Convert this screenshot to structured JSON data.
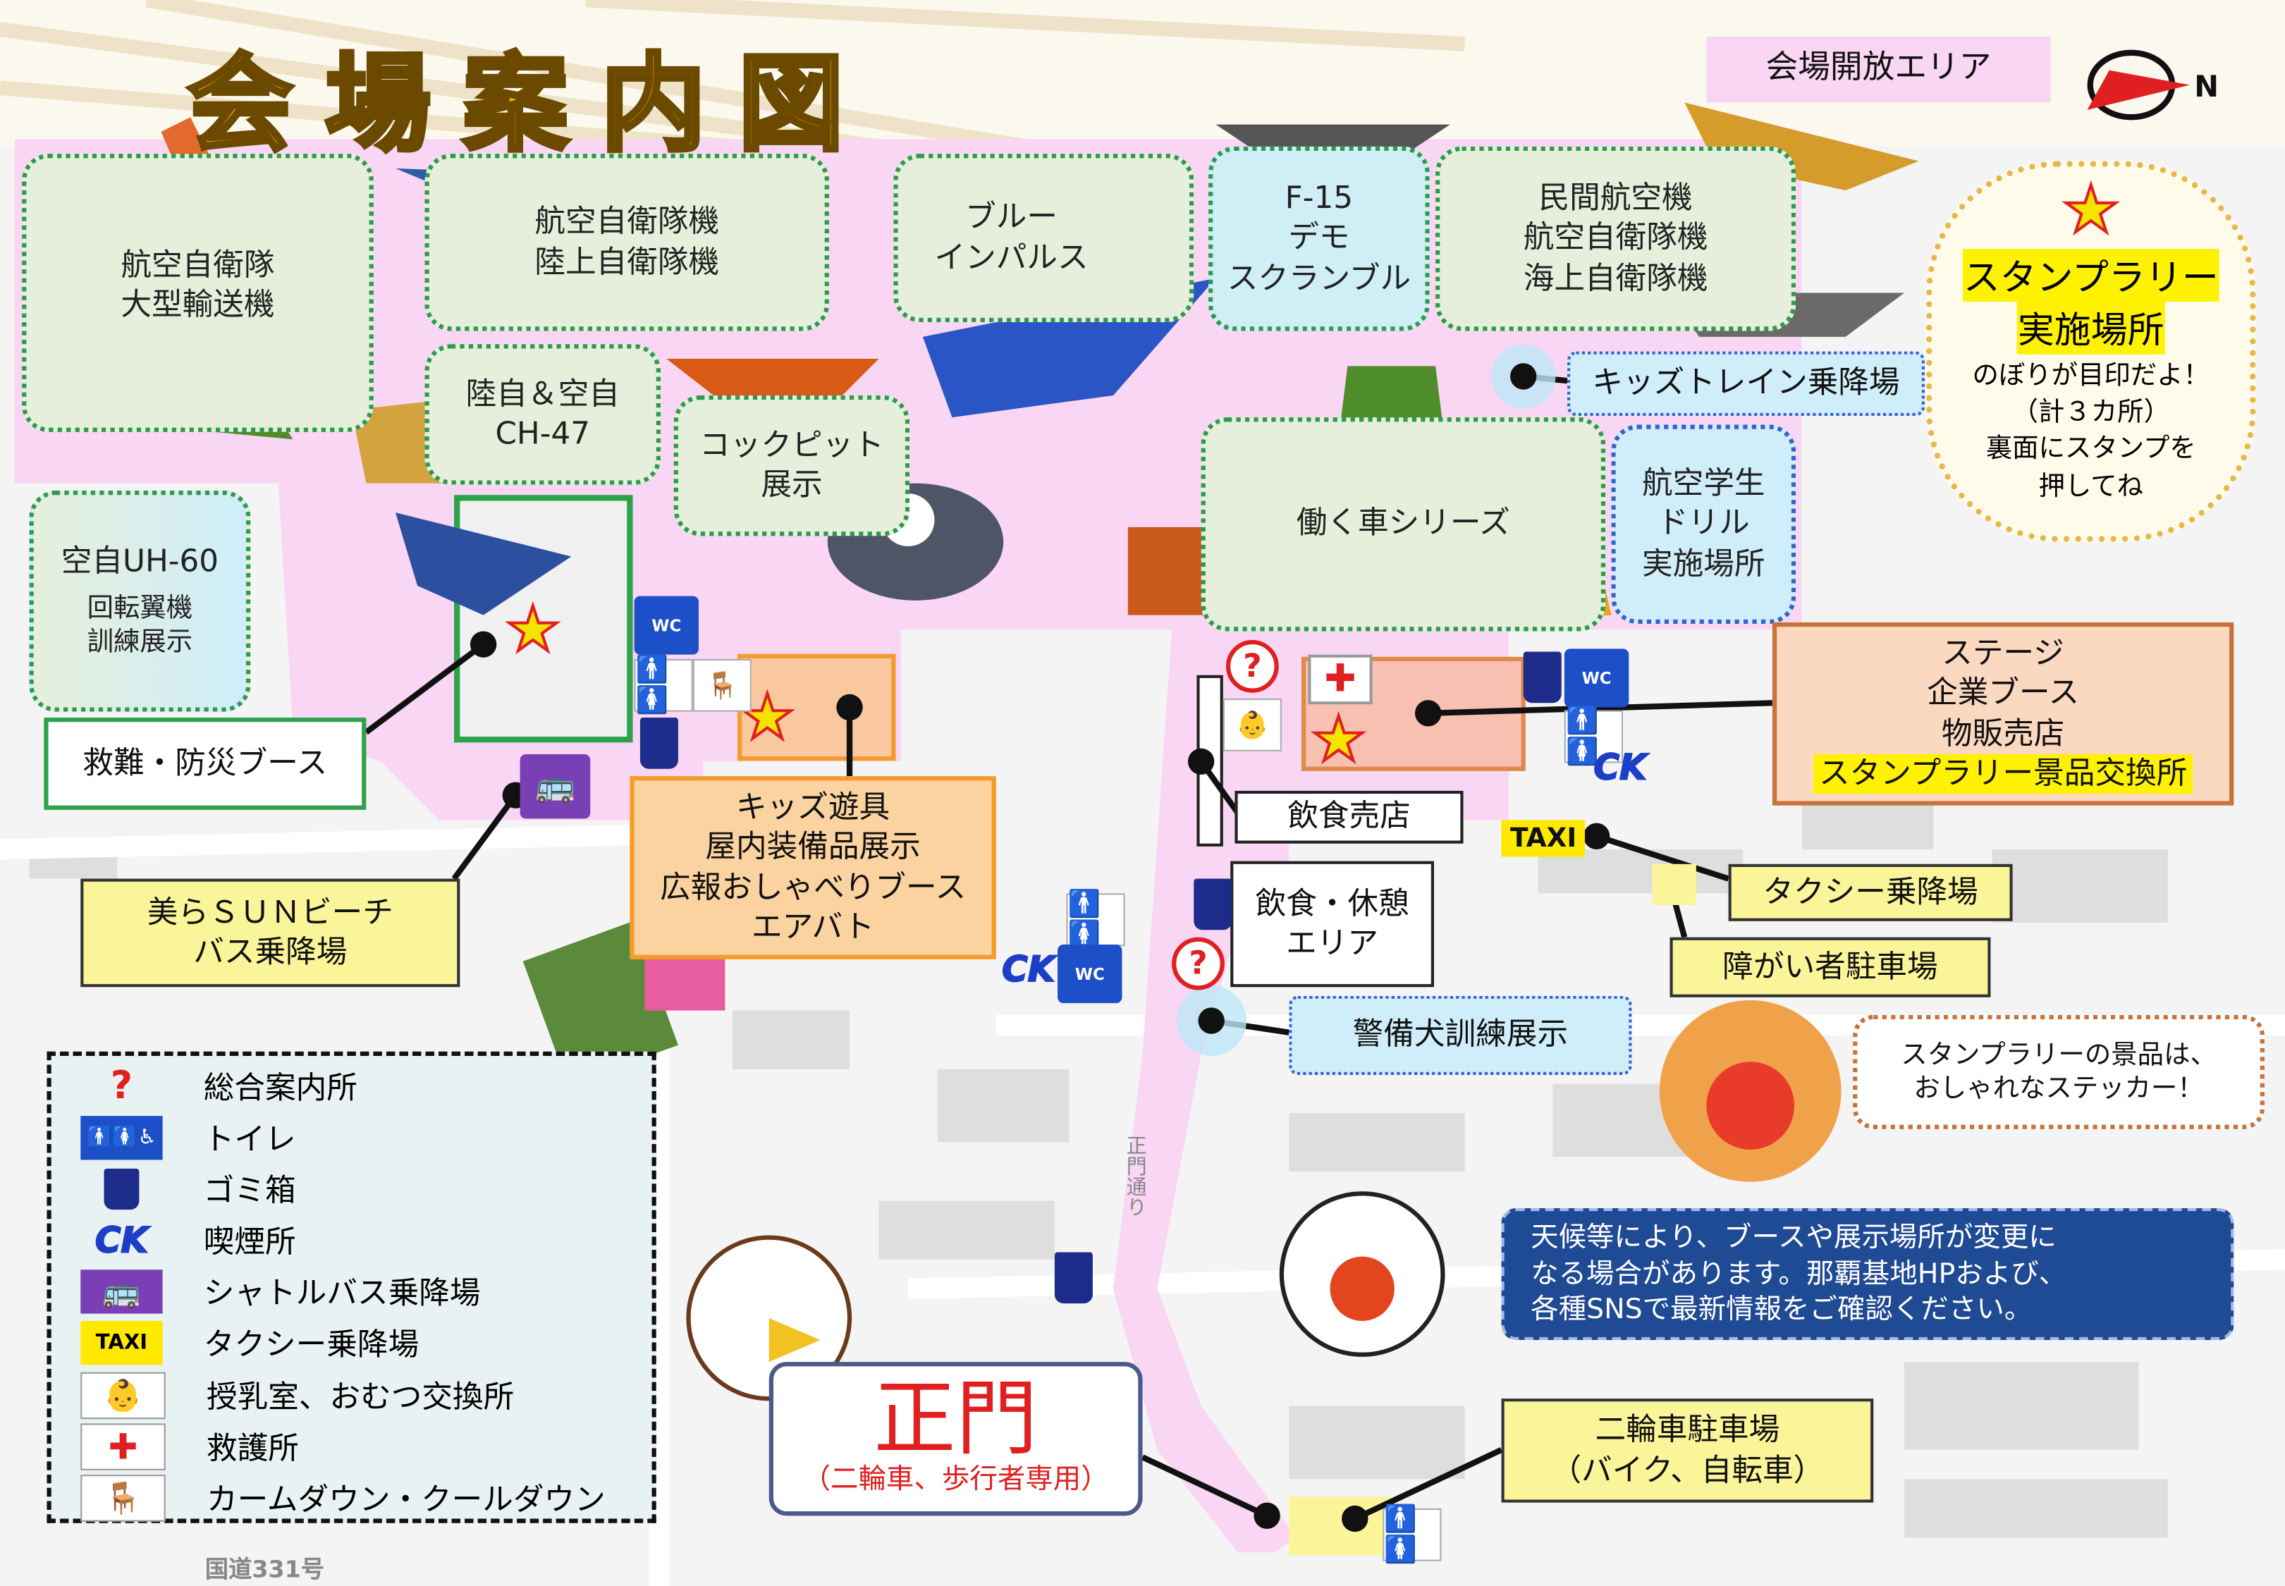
{
  "title": "会場案内図",
  "open_area_legend": "会場開放エリア",
  "compass": {
    "label": "N",
    "icon": "compass-icon"
  },
  "zones": {
    "transport": "航空自衛隊\n大型輸送機",
    "jasdf_gsdf": "航空自衛隊機\n陸上自衛隊機",
    "blue_impulse": "ブルー\nインパルス",
    "f15": "F-15\nデモ\nスクランブル",
    "civil": "民間航空機\n航空自衛隊機\n海上自衛隊機",
    "ch47": "陸自＆空自\nCH-47",
    "cockpit": "コックピット\n展示",
    "uh60_title": "空自UH-60",
    "uh60_sub": "回転翼機\n訓練展示",
    "working_cars": "働く車シリーズ",
    "cadet_drill": "航空学生\nドリル\n実施場所",
    "kids_train": "キッズトレイン乗降場"
  },
  "labels": {
    "rescue_booth": "救難・防災ブース",
    "bus_stop": "美らＳＵＮビーチ\nバス乗降場",
    "kids_area": "キッズ遊具\n屋内装備品展示\n広報おしゃべりブース\nエアバト",
    "stage_line1": "ステージ\n企業ブース\n物販売店",
    "stage_line2": "スタンプラリー景品交換所",
    "food_stand": "飲食売店",
    "food_rest": "飲食・休憩\nエリア",
    "taxi_stop": "タクシー乗降場",
    "disabled_parking": "障がい者駐車場",
    "guard_dog": "警備犬訓練展示",
    "bike_parking": "二輪車駐車場\n（バイク、自転車）",
    "gate_title": "正門",
    "gate_sub": "（二輪車、歩行者専用）",
    "road_gate": "正門通り",
    "road_331": "国道331号"
  },
  "stamp_rally": {
    "title1": "スタンプラリー",
    "title2": "実施場所",
    "body": "のぼりが目印だよ！\n（計３カ所）\n裏面にスタンプを\n押してね"
  },
  "prize_note": "スタンプラリーの景品は、\nおしゃれなステッカー！",
  "notice": "天候等により、ブースや展示場所が変更に\nなる場合があります。那覇基地HPおよび、\n各種SNSで最新情報をご確認ください。",
  "legend": [
    {
      "icon": "info-icon",
      "glyph": "?",
      "label": "総合案内所"
    },
    {
      "icon": "toilet-icon",
      "glyph": "🚹🚺♿",
      "label": "トイレ"
    },
    {
      "icon": "trash-icon",
      "glyph": "",
      "label": "ゴミ箱"
    },
    {
      "icon": "smoking-icon",
      "glyph": "CK",
      "label": "喫煙所"
    },
    {
      "icon": "bus-icon",
      "glyph": "🚌",
      "label": "シャトルバス乗降場"
    },
    {
      "icon": "taxi-icon",
      "glyph": "TAXI",
      "label": "タクシー乗降場"
    },
    {
      "icon": "nursing-icon",
      "glyph": "👶",
      "label": "授乳室、おむつ交換所"
    },
    {
      "icon": "first-aid-icon",
      "glyph": "✚",
      "label": "救護所"
    },
    {
      "icon": "calm-down-icon",
      "glyph": "🪑",
      "label": "カームダウン・クールダウン"
    }
  ],
  "icon_text": {
    "wc": "WC",
    "taxi": "TAXI",
    "ck": "CK",
    "q": "?",
    "cross": "✚",
    "star": "★"
  },
  "colors": {
    "venue_pink": "#f9d6f3",
    "zone_green": "#e6efdc",
    "zone_border": "#2e9a4e",
    "title": "#f5b400",
    "notice_bg": "#1f4a94",
    "accent_red": "#e02020"
  }
}
